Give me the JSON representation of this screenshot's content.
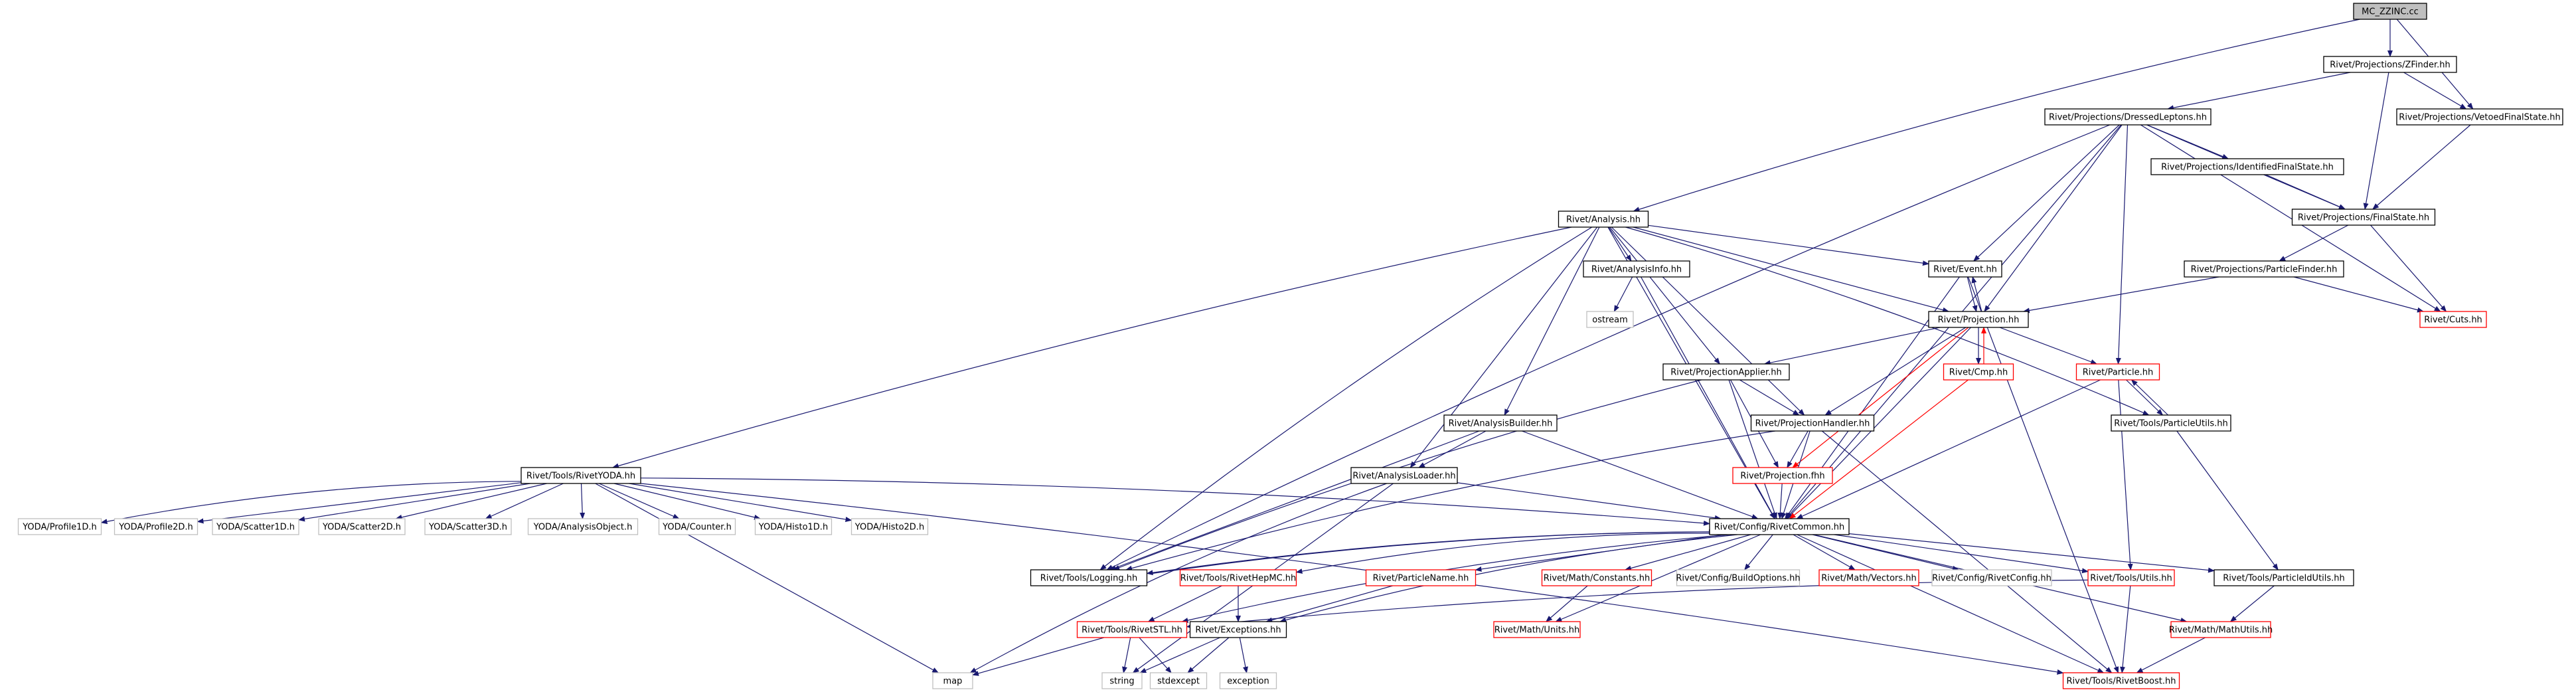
{
  "colors": {
    "root_fill": "#bfbfbf",
    "documented": "#000000",
    "incomplete": "#ff0000",
    "external": "#bfbfbf",
    "edge_blue": "#191970",
    "edge_red": "#ff0000",
    "text": "#000000"
  },
  "nodes": [
    {
      "id": "mc_zzinc",
      "label": "MC_ZZINC.cc",
      "style": "root"
    },
    {
      "id": "zfinder",
      "label": "Rivet/Projections/ZFinder.hh",
      "style": "documented"
    },
    {
      "id": "dressed",
      "label": "Rivet/Projections/DressedLeptons.hh",
      "style": "documented"
    },
    {
      "id": "vetoed",
      "label": "Rivet/Projections/VetoedFinalState.hh",
      "style": "documented"
    },
    {
      "id": "identified",
      "label": "Rivet/Projections/IdentifiedFinalState.hh",
      "style": "documented"
    },
    {
      "id": "finalstate",
      "label": "Rivet/Projections/FinalState.hh",
      "style": "documented"
    },
    {
      "id": "particlefinder",
      "label": "Rivet/Projections/ParticleFinder.hh",
      "style": "documented"
    },
    {
      "id": "cuts",
      "label": "Rivet/Cuts.hh",
      "style": "incomplete"
    },
    {
      "id": "analysis",
      "label": "Rivet/Analysis.hh",
      "style": "documented"
    },
    {
      "id": "analysisinfo",
      "label": "Rivet/AnalysisInfo.hh",
      "style": "documented"
    },
    {
      "id": "ostream",
      "label": "ostream",
      "style": "external"
    },
    {
      "id": "event",
      "label": "Rivet/Event.hh",
      "style": "documented"
    },
    {
      "id": "projection",
      "label": "Rivet/Projection.hh",
      "style": "documented"
    },
    {
      "id": "projapplier",
      "label": "Rivet/ProjectionApplier.hh",
      "style": "documented"
    },
    {
      "id": "cmp",
      "label": "Rivet/Cmp.hh",
      "style": "incomplete"
    },
    {
      "id": "particle",
      "label": "Rivet/Particle.hh",
      "style": "incomplete"
    },
    {
      "id": "analysisbuilder",
      "label": "Rivet/AnalysisBuilder.hh",
      "style": "documented"
    },
    {
      "id": "projhandler",
      "label": "Rivet/ProjectionHandler.hh",
      "style": "documented"
    },
    {
      "id": "particleutils",
      "label": "Rivet/Tools/ParticleUtils.hh",
      "style": "documented"
    },
    {
      "id": "rivetyoda",
      "label": "Rivet/Tools/RivetYODA.hh",
      "style": "documented"
    },
    {
      "id": "analysisloader",
      "label": "Rivet/AnalysisLoader.hh",
      "style": "documented"
    },
    {
      "id": "projfhh",
      "label": "Rivet/Projection.fhh",
      "style": "incomplete"
    },
    {
      "id": "profile1d",
      "label": "YODA/Profile1D.h",
      "style": "external"
    },
    {
      "id": "profile2d",
      "label": "YODA/Profile2D.h",
      "style": "external"
    },
    {
      "id": "scatter1d",
      "label": "YODA/Scatter1D.h",
      "style": "external"
    },
    {
      "id": "scatter2d",
      "label": "YODA/Scatter2D.h",
      "style": "external"
    },
    {
      "id": "scatter3d",
      "label": "YODA/Scatter3D.h",
      "style": "external"
    },
    {
      "id": "analysisobject",
      "label": "YODA/AnalysisObject.h",
      "style": "external"
    },
    {
      "id": "counter",
      "label": "YODA/Counter.h",
      "style": "external"
    },
    {
      "id": "histo1d",
      "label": "YODA/Histo1D.h",
      "style": "external"
    },
    {
      "id": "histo2d",
      "label": "YODA/Histo2D.h",
      "style": "external"
    },
    {
      "id": "common",
      "label": "Rivet/Config/RivetCommon.hh",
      "style": "documented"
    },
    {
      "id": "logging",
      "label": "Rivet/Tools/Logging.hh",
      "style": "documented"
    },
    {
      "id": "rivethepmc",
      "label": "Rivet/Tools/RivetHepMC.hh",
      "style": "incomplete"
    },
    {
      "id": "particlename",
      "label": "Rivet/ParticleName.hh",
      "style": "incomplete"
    },
    {
      "id": "constants",
      "label": "Rivet/Math/Constants.hh",
      "style": "incomplete"
    },
    {
      "id": "buildoptions",
      "label": "Rivet/Config/BuildOptions.hh",
      "style": "external"
    },
    {
      "id": "vectors",
      "label": "Rivet/Math/Vectors.hh",
      "style": "incomplete"
    },
    {
      "id": "rivetconfig",
      "label": "Rivet/Config/RivetConfig.hh",
      "style": "external"
    },
    {
      "id": "utils",
      "label": "Rivet/Tools/Utils.hh",
      "style": "incomplete"
    },
    {
      "id": "particleidutils",
      "label": "Rivet/Tools/ParticleIdUtils.hh",
      "style": "documented"
    },
    {
      "id": "rivetstl",
      "label": "Rivet/Tools/RivetSTL.hh",
      "style": "incomplete"
    },
    {
      "id": "exceptions",
      "label": "Rivet/Exceptions.hh",
      "style": "documented"
    },
    {
      "id": "units",
      "label": "Rivet/Math/Units.hh",
      "style": "incomplete"
    },
    {
      "id": "mathutils",
      "label": "Rivet/Math/MathUtils.hh",
      "style": "incomplete"
    },
    {
      "id": "map",
      "label": "map",
      "style": "external"
    },
    {
      "id": "string",
      "label": "string",
      "style": "external"
    },
    {
      "id": "stdexcept",
      "label": "stdexcept",
      "style": "external"
    },
    {
      "id": "exception",
      "label": "exception",
      "style": "external"
    },
    {
      "id": "rivetboost",
      "label": "Rivet/Tools/RivetBoost.hh",
      "style": "incomplete"
    }
  ],
  "edges": [
    [
      "mc_zzinc",
      "zfinder"
    ],
    [
      "mc_zzinc",
      "analysis"
    ],
    [
      "mc_zzinc",
      "vetoed"
    ],
    [
      "zfinder",
      "dressed"
    ],
    [
      "zfinder",
      "finalstate"
    ],
    [
      "zfinder",
      "vetoed"
    ],
    [
      "dressed",
      "identified"
    ],
    [
      "dressed",
      "finalstate"
    ],
    [
      "dressed",
      "cuts"
    ],
    [
      "dressed",
      "event"
    ],
    [
      "dressed",
      "projection"
    ],
    [
      "dressed",
      "particle"
    ],
    [
      "dressed",
      "logging"
    ],
    [
      "dressed",
      "common"
    ],
    [
      "vetoed",
      "finalstate"
    ],
    [
      "identified",
      "finalstate"
    ],
    [
      "finalstate",
      "particlefinder"
    ],
    [
      "finalstate",
      "cuts"
    ],
    [
      "particlefinder",
      "projection"
    ],
    [
      "particlefinder",
      "cuts"
    ],
    [
      "analysis",
      "analysisinfo"
    ],
    [
      "analysis",
      "event"
    ],
    [
      "analysis",
      "projection"
    ],
    [
      "analysis",
      "projapplier"
    ],
    [
      "analysis",
      "projhandler"
    ],
    [
      "analysis",
      "analysisbuilder"
    ],
    [
      "analysis",
      "analysisloader"
    ],
    [
      "analysis",
      "rivetyoda"
    ],
    [
      "analysis",
      "common"
    ],
    [
      "analysis",
      "logging"
    ],
    [
      "analysis",
      "particleutils"
    ],
    [
      "analysisinfo",
      "ostream"
    ],
    [
      "analysisinfo",
      "common"
    ],
    [
      "event",
      "projection"
    ],
    [
      "event",
      "common"
    ],
    [
      "event",
      "rivetboost"
    ],
    [
      "projection",
      "event"
    ],
    [
      "projection",
      "cmp"
    ],
    [
      "projection",
      "particle"
    ],
    [
      "projection",
      "projapplier"
    ],
    [
      "projection",
      "projhandler"
    ],
    [
      "projection",
      "projfhh"
    ],
    [
      "projection",
      "common"
    ],
    [
      "cmp",
      "projection"
    ],
    [
      "cmp",
      "common"
    ],
    [
      "particle",
      "particleutils"
    ],
    [
      "particle",
      "common"
    ],
    [
      "particle",
      "utils"
    ],
    [
      "particleutils",
      "particle"
    ],
    [
      "particleutils",
      "particleidutils"
    ],
    [
      "projapplier",
      "projhandler"
    ],
    [
      "projapplier",
      "projfhh"
    ],
    [
      "projapplier",
      "common"
    ],
    [
      "projapplier",
      "logging"
    ],
    [
      "projhandler",
      "projfhh"
    ],
    [
      "projhandler",
      "common"
    ],
    [
      "projhandler",
      "rivetboost"
    ],
    [
      "projhandler",
      "logging"
    ],
    [
      "analysisbuilder",
      "analysisloader"
    ],
    [
      "analysisbuilder",
      "common"
    ],
    [
      "analysisbuilder",
      "logging"
    ],
    [
      "analysisloader",
      "common"
    ],
    [
      "analysisloader",
      "map"
    ],
    [
      "analysisloader",
      "string"
    ],
    [
      "rivetyoda",
      "profile1d"
    ],
    [
      "rivetyoda",
      "profile2d"
    ],
    [
      "rivetyoda",
      "scatter1d"
    ],
    [
      "rivetyoda",
      "scatter2d"
    ],
    [
      "rivetyoda",
      "scatter3d"
    ],
    [
      "rivetyoda",
      "analysisobject"
    ],
    [
      "rivetyoda",
      "counter"
    ],
    [
      "rivetyoda",
      "histo1d"
    ],
    [
      "rivetyoda",
      "histo2d"
    ],
    [
      "rivetyoda",
      "common"
    ],
    [
      "rivetyoda",
      "map"
    ],
    [
      "rivetyoda",
      "rivetboost"
    ],
    [
      "projfhh",
      "common"
    ],
    [
      "common",
      "logging"
    ],
    [
      "common",
      "rivethepmc"
    ],
    [
      "common",
      "particlename"
    ],
    [
      "common",
      "constants"
    ],
    [
      "common",
      "buildoptions"
    ],
    [
      "common",
      "vectors"
    ],
    [
      "common",
      "rivetconfig"
    ],
    [
      "common",
      "utils"
    ],
    [
      "common",
      "particleidutils"
    ],
    [
      "common",
      "rivetstl"
    ],
    [
      "common",
      "exceptions"
    ],
    [
      "common",
      "units"
    ],
    [
      "common",
      "mathutils"
    ],
    [
      "common",
      "rivetboost"
    ],
    [
      "logging",
      "common"
    ],
    [
      "rivethepmc",
      "rivetstl"
    ],
    [
      "rivethepmc",
      "exceptions"
    ],
    [
      "particlename",
      "exceptions"
    ],
    [
      "constants",
      "units"
    ],
    [
      "utils",
      "rivetstl"
    ],
    [
      "utils",
      "rivetboost"
    ],
    [
      "particleidutils",
      "mathutils"
    ],
    [
      "mathutils",
      "rivetboost"
    ],
    [
      "rivetstl",
      "map"
    ],
    [
      "rivetstl",
      "string"
    ],
    [
      "rivetstl",
      "stdexcept"
    ],
    [
      "exceptions",
      "string"
    ],
    [
      "exceptions",
      "stdexcept"
    ],
    [
      "exceptions",
      "exception"
    ]
  ]
}
